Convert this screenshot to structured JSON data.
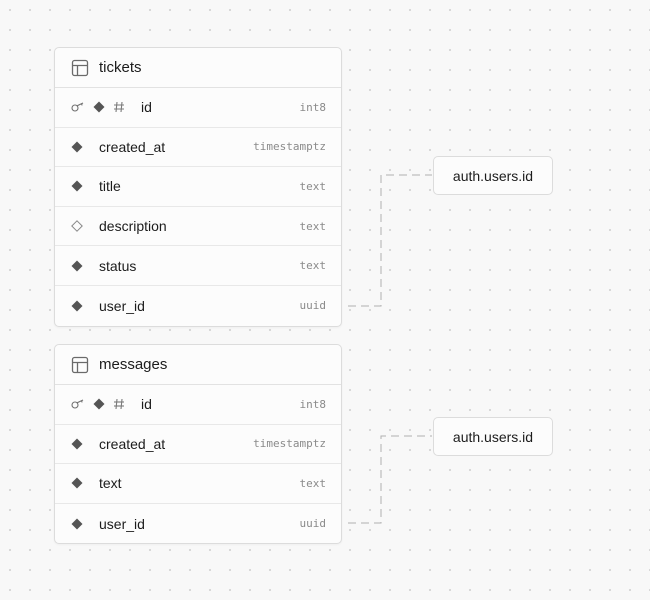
{
  "tables": [
    {
      "id": "tickets",
      "name": "tickets",
      "columns": [
        {
          "name": "id",
          "type": "int8",
          "primary_key": true,
          "nullable": false,
          "identity": true
        },
        {
          "name": "created_at",
          "type": "timestamptz",
          "nullable": false
        },
        {
          "name": "title",
          "type": "text",
          "nullable": false
        },
        {
          "name": "description",
          "type": "text",
          "nullable": true
        },
        {
          "name": "status",
          "type": "text",
          "nullable": false
        },
        {
          "name": "user_id",
          "type": "uuid",
          "nullable": false
        }
      ]
    },
    {
      "id": "messages",
      "name": "messages",
      "columns": [
        {
          "name": "id",
          "type": "int8",
          "primary_key": true,
          "nullable": false,
          "identity": true
        },
        {
          "name": "created_at",
          "type": "timestamptz",
          "nullable": false
        },
        {
          "name": "text",
          "type": "text",
          "nullable": false
        },
        {
          "name": "user_id",
          "type": "uuid",
          "nullable": false
        }
      ]
    }
  ],
  "references": [
    {
      "from": "tickets.user_id",
      "label": "auth.users.id"
    },
    {
      "from": "messages.user_id",
      "label": "auth.users.id"
    }
  ]
}
